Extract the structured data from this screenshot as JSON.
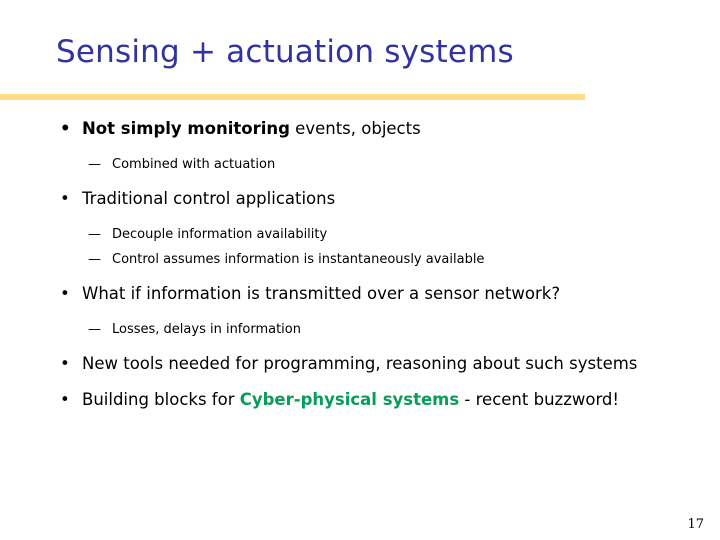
{
  "slide": {
    "title": "Sensing + actuation systems",
    "title_color": "#3333a0",
    "rule_color": "#fcdc84",
    "background_color": "#ffffff",
    "accent_green": "#0a9d5a",
    "bullet_marker": "•",
    "sub_marker": "—",
    "page_number": "17"
  },
  "content": {
    "b1": {
      "lead": "Not simply monitoring",
      "rest": " events, objects",
      "sub1": "Combined with actuation"
    },
    "b2": {
      "text": "Traditional control applications",
      "sub1": "Decouple information availability",
      "sub2": "Control assumes information is instantaneously available"
    },
    "b3": {
      "text": "What if information is transmitted over a sensor network?",
      "sub1": "Losses, delays in information"
    },
    "b4": {
      "text": "New tools needed for programming, reasoning about such systems"
    },
    "b5": {
      "pre": "Building blocks for ",
      "highlight": "Cyber-physical systems",
      "post": " -  recent buzzword!"
    }
  }
}
